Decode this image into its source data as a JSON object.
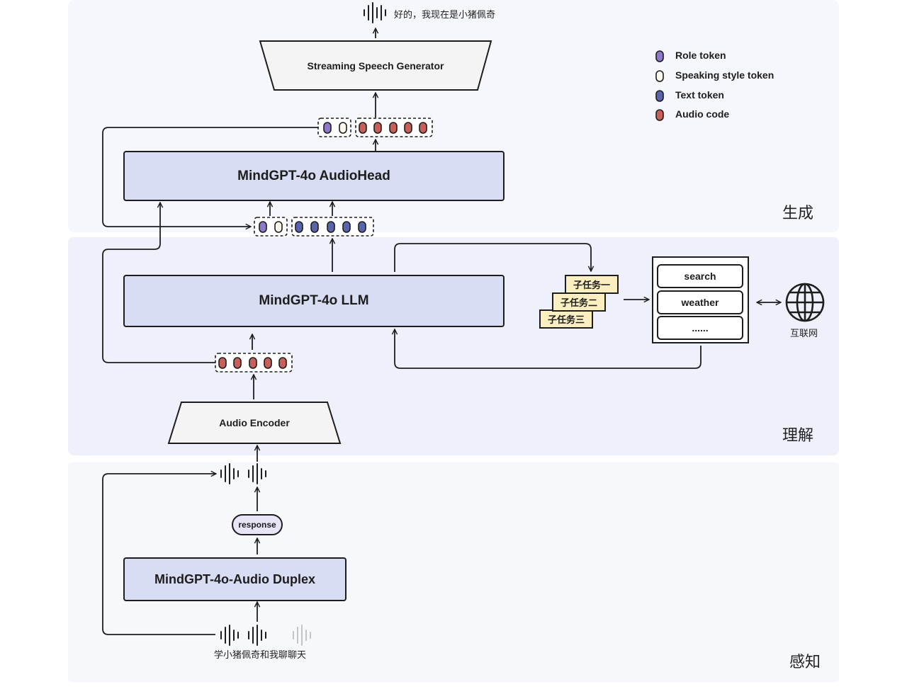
{
  "sections": {
    "generation": "生成",
    "understanding": "理解",
    "perception": "感知"
  },
  "models": {
    "speech_generator": "Streaming Speech Generator",
    "audio_head": "MindGPT-4o AudioHead",
    "llm": "MindGPT-4o LLM",
    "audio_encoder": "Audio Encoder",
    "duplex": "MindGPT-4o-Audio Duplex"
  },
  "output_text": "好的，我现在是小猪佩奇",
  "input_text": "学小猪佩奇和我聊聊天",
  "response_label": "response",
  "subtasks": [
    "子任务一",
    "子任务二",
    "子任务三"
  ],
  "tools": [
    "search",
    "weather",
    "......"
  ],
  "internet_label": "互联网",
  "legend": [
    {
      "label": "Role token",
      "color": "#8f78c9"
    },
    {
      "label": "Speaking style token",
      "color": "#fbf6ea"
    },
    {
      "label": "Text token",
      "color": "#5a64ad"
    },
    {
      "label": "Audio code",
      "color": "#c85f59"
    }
  ],
  "colors": {
    "model_fill": "#d9ddf4",
    "subtask_fill": "#fbefc2",
    "generation_bg": "#f6f7fc",
    "understanding_bg": "#eef0fb"
  },
  "icons": [
    "waveform-icon",
    "globe-icon",
    "arrow-icon"
  ]
}
